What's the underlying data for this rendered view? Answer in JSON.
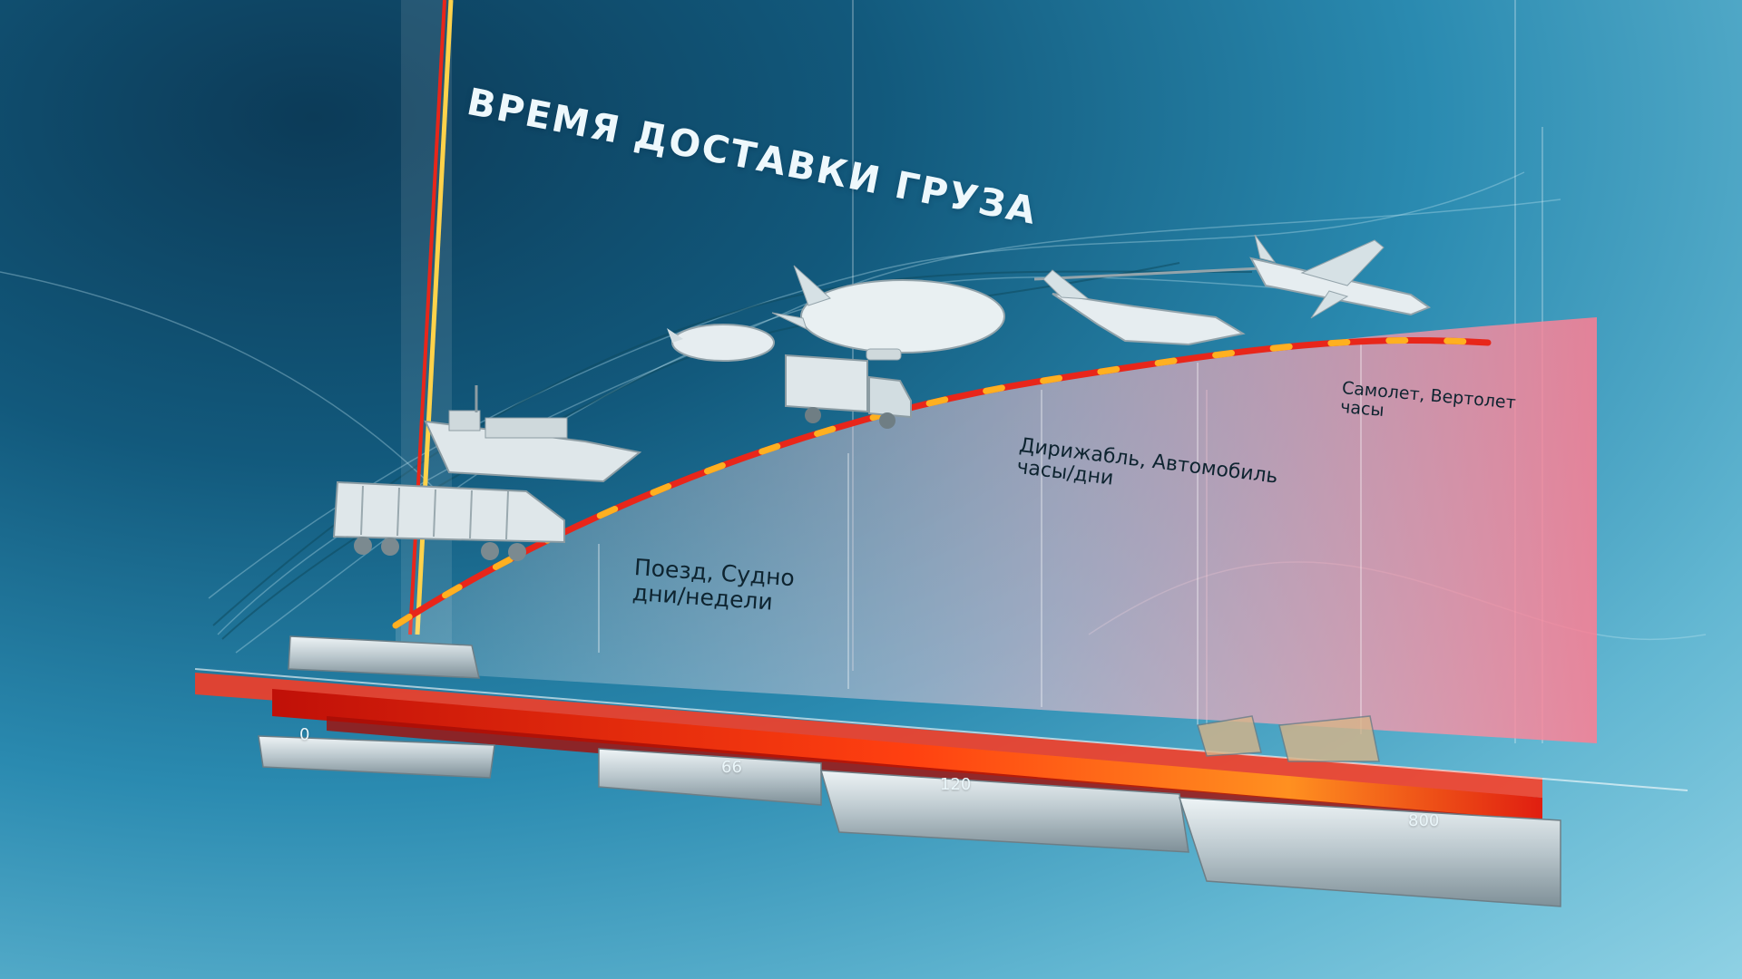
{
  "chart_data": {
    "type": "area",
    "title": "ВРЕМЯ ДОСТАВКИ ГРУЗА",
    "x_ticks": [
      "0",
      "66",
      "120",
      "800"
    ],
    "segments": [
      {
        "name": "Поезд, Судно",
        "unit": "дни/недели"
      },
      {
        "name": "Дирижабль, Автомобиль",
        "unit": "часы/дни"
      },
      {
        "name": "Самолет, Вертолет",
        "unit": "часы"
      }
    ]
  },
  "vehicles": [
    {
      "icon": "train-icon"
    },
    {
      "icon": "ship-icon"
    },
    {
      "icon": "small-airship-icon"
    },
    {
      "icon": "airship-icon"
    },
    {
      "icon": "truck-icon"
    },
    {
      "icon": "helicopter-icon"
    },
    {
      "icon": "airplane-icon"
    }
  ],
  "colors": {
    "curve": "#e8261a",
    "curve_highlight": "#ffb020",
    "axis_bar": "#e02010",
    "area_fill": "#ff9aa8",
    "background": "#2a8ab0"
  }
}
